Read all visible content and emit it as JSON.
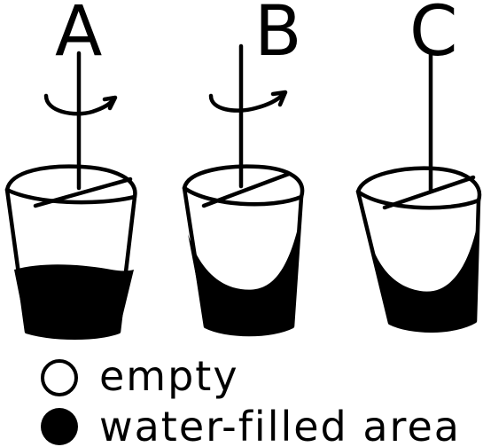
{
  "buckets": [
    {
      "label": "A",
      "rotating": true,
      "water": "flat-level"
    },
    {
      "label": "B",
      "rotating": true,
      "water": "concave-surface"
    },
    {
      "label": "C",
      "rotating": false,
      "water": "concave-surface"
    }
  ],
  "legend": {
    "empty_label": "empty",
    "water_label": "water-filled area"
  },
  "colors": {
    "ink": "#000000",
    "background": "#ffffff"
  }
}
